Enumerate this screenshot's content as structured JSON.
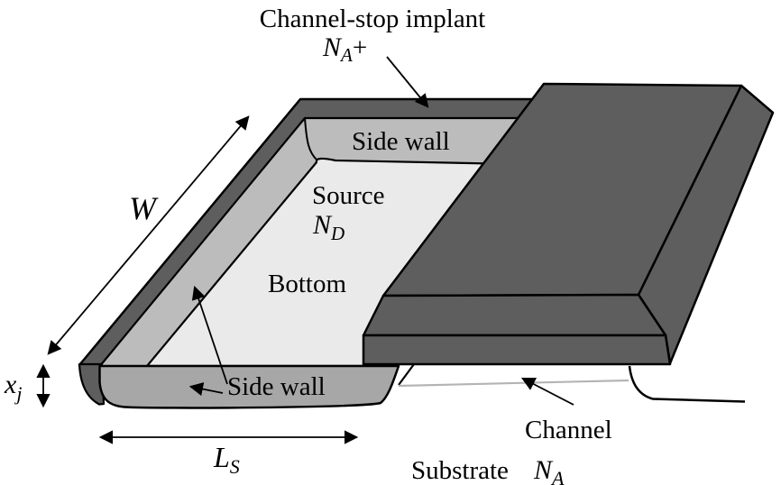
{
  "figure": {
    "description": "3D diagram of a MOSFET source diffusion region with channel-stop implant, side walls, bottom, gate block, channel and substrate"
  },
  "labels": {
    "channel_stop": {
      "line1": "Channel-stop implant",
      "symbol_base": "N",
      "symbol_sub": "A",
      "symbol_plus": "+"
    },
    "side_wall_top": "Side wall",
    "source": {
      "name": "Source",
      "symbol_base": "N",
      "symbol_sub": "D"
    },
    "bottom": "Bottom",
    "side_wall_front": "Side wall",
    "width_symbol": "W",
    "junction_depth": {
      "base": "x",
      "sub": "j"
    },
    "source_length": {
      "base": "L",
      "sub": "S"
    },
    "channel": "Channel",
    "substrate": {
      "name": "Substrate",
      "symbol_base": "N",
      "symbol_sub": "A"
    }
  },
  "colors": {
    "background": "#ffffff",
    "dark_gray": "#5e5e5e",
    "side_wall_band": "#bcbcbc",
    "front_wall_face": "#a7a7a7",
    "source_floor": "#eaeaea",
    "channel_line": "#b4b4b4",
    "outline": "#000000"
  }
}
